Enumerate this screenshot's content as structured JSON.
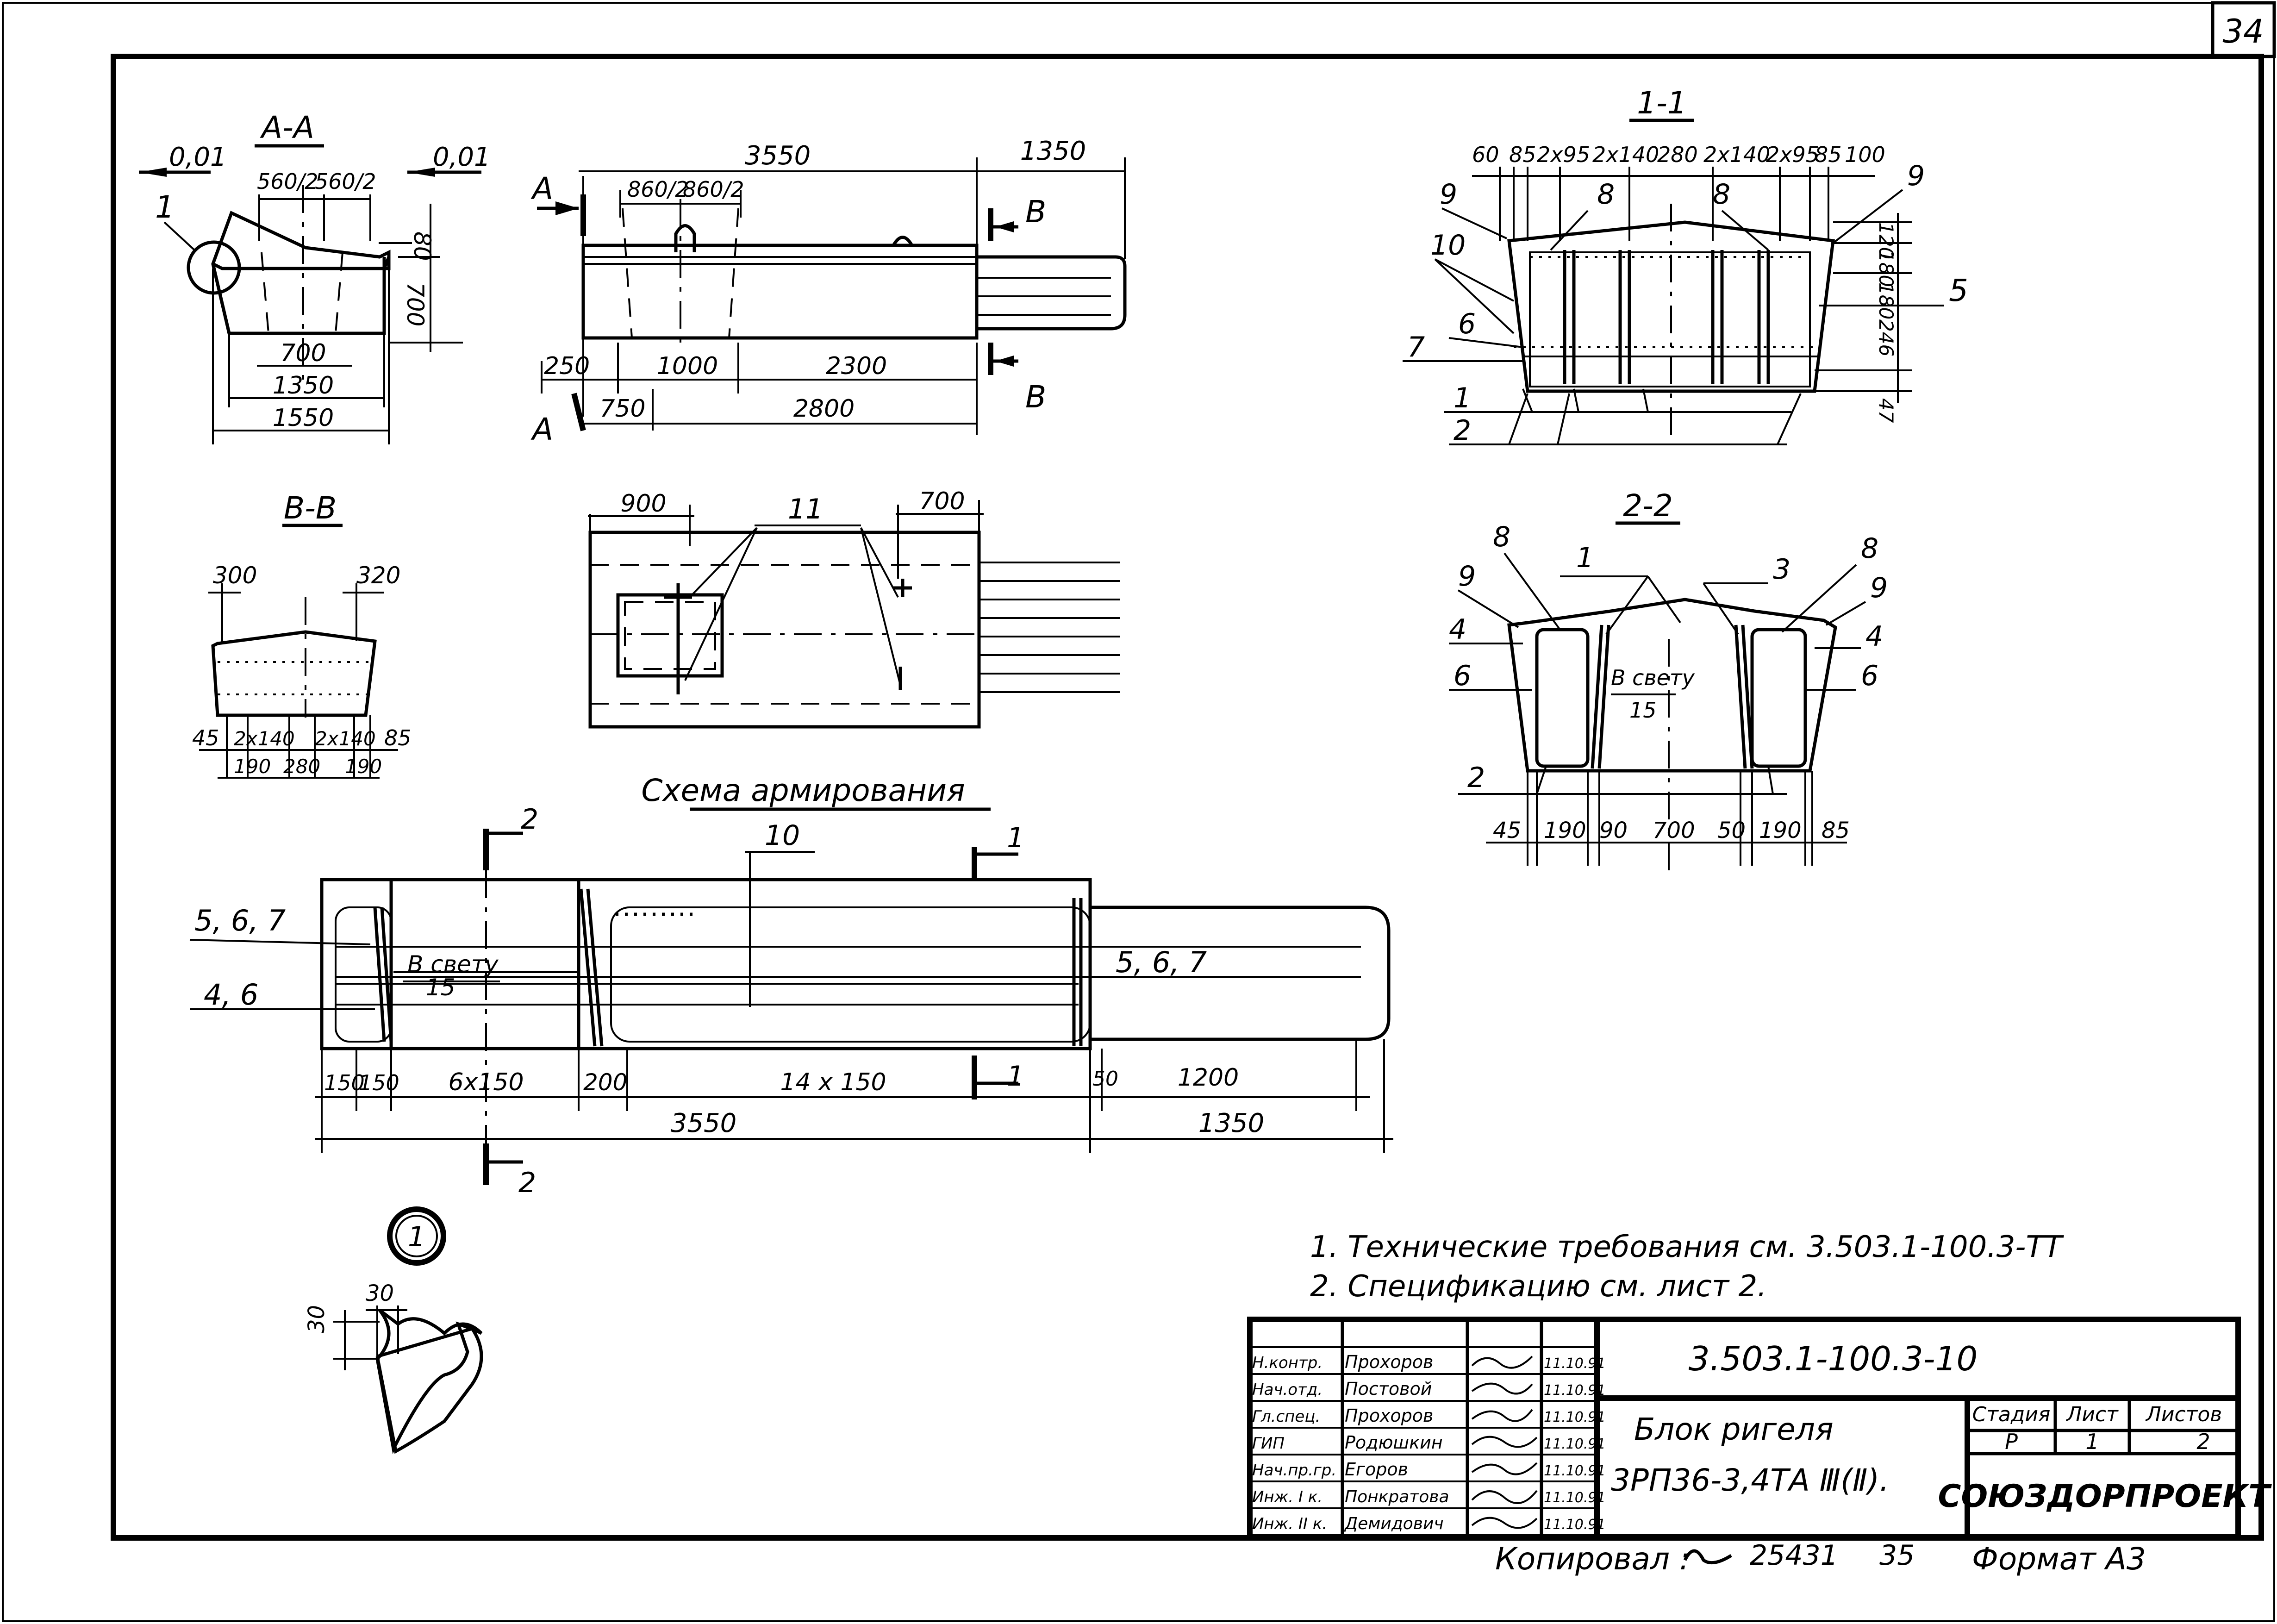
{
  "sheet_number": "34",
  "views": {
    "aa": {
      "title": "А-А",
      "callout": "1",
      "slope_left": "0,01",
      "slope_right": "0,01",
      "top_left_dim": "560/2",
      "top_right_dim": "560/2",
      "height_top": "80",
      "height_main": "700",
      "inner_width": "700",
      "mid_width": "1350",
      "base_width": "1550"
    },
    "elevation": {
      "section_a_top": "А",
      "section_a_bottom": "А",
      "section_b_top": "В",
      "section_b_bottom": "В",
      "dim_body_length": "3550",
      "dim_cantilever": "1350",
      "dim_slot_left": "860/2",
      "dim_slot_right": "860/2",
      "dim_offset": "250",
      "dim_slot": "1000",
      "dim_rest": "2300",
      "dim_750": "750",
      "dim_2800": "2800"
    },
    "bb": {
      "title": "В-В",
      "dim_left_top": "300",
      "dim_right_top": "320",
      "bottom_dims_top": [
        "45",
        "2х140",
        "2х140",
        "85"
      ],
      "bottom_dims_bottom": [
        "190",
        "280",
        "190"
      ]
    },
    "plan": {
      "dim_left": "900",
      "dim_right": "700",
      "label_11": "11"
    },
    "s11": {
      "title": "1-1",
      "top_dims": [
        "60",
        "85",
        "2х95",
        "2х140",
        "280",
        "2х140",
        "2х95",
        "85",
        "100"
      ],
      "right_dims": [
        "120",
        "180",
        "180",
        "246",
        "47"
      ],
      "labels": [
        "9",
        "8",
        "8",
        "9",
        "10",
        "6",
        "5",
        "7",
        "1",
        "2"
      ]
    },
    "s22": {
      "title": "2-2",
      "labels": [
        "8",
        "1",
        "3",
        "8",
        "9",
        "9",
        "4",
        "4",
        "6",
        "6",
        "2"
      ],
      "note_clear": "В свету",
      "note_clear_val": "15",
      "bottom_dims": [
        "45",
        "190",
        "90",
        "700",
        "50",
        "190",
        "85"
      ]
    },
    "scheme": {
      "title": "Схема армирования",
      "label_10": "10",
      "label_567_left": "5, 6, 7",
      "label_46": "4, 6",
      "label_567_right": "5, 6, 7",
      "note_clear": "В свету",
      "note_clear_val": "15",
      "cut_2_top": "2",
      "cut_2_bottom": "2",
      "cut_1_top": "1",
      "cut_1_bottom": "1",
      "dims_row1": [
        "150",
        "150",
        "6х150",
        "200",
        "14 х 150",
        "50",
        "1200"
      ],
      "dim_total_body": "3550",
      "dim_total_cant": "1350"
    },
    "detail1": {
      "marker": "1",
      "dim_a": "30",
      "dim_b": "30"
    }
  },
  "notes": [
    "1. Технические требования см. 3.503.1-100.3-ТТ",
    "2. Спецификацию см. лист 2."
  ],
  "title_block": {
    "designation": "3.503.1-100.3-10",
    "name_line1": "Блок ригеля",
    "name_line2": "3РП36-3,4ТА Ⅲ(Ⅱ).",
    "stage_header": "Стадия",
    "sheet_header": "Лист",
    "sheets_header": "Листов",
    "stage": "Р",
    "sheet": "1",
    "sheets": "2",
    "organization": "СОЮЗДОРПРОЕКТ",
    "rows": [
      {
        "role": "Н.контр.",
        "name": "Прохоров",
        "date": "11.10.91"
      },
      {
        "role": "Нач.отд.",
        "name": "Постовой",
        "date": "11.10.91"
      },
      {
        "role": "Гл.спец.",
        "name": "Прохоров",
        "date": "11.10.91"
      },
      {
        "role": "ГИП",
        "name": "Родюшкин",
        "date": "11.10.91"
      },
      {
        "role": "Нач.пр.гр.",
        "name": "Егоров",
        "date": "11.10.91"
      },
      {
        "role": "Инж. I к.",
        "name": "Понкратова",
        "date": "11.10.91"
      },
      {
        "role": "Инж. II к.",
        "name": "Демидович",
        "date": "11.10.91"
      }
    ]
  },
  "footer": {
    "copied_label": "Копировал :",
    "copy_number": "25431",
    "copy_sheet": "35",
    "format": "Формат А3"
  }
}
